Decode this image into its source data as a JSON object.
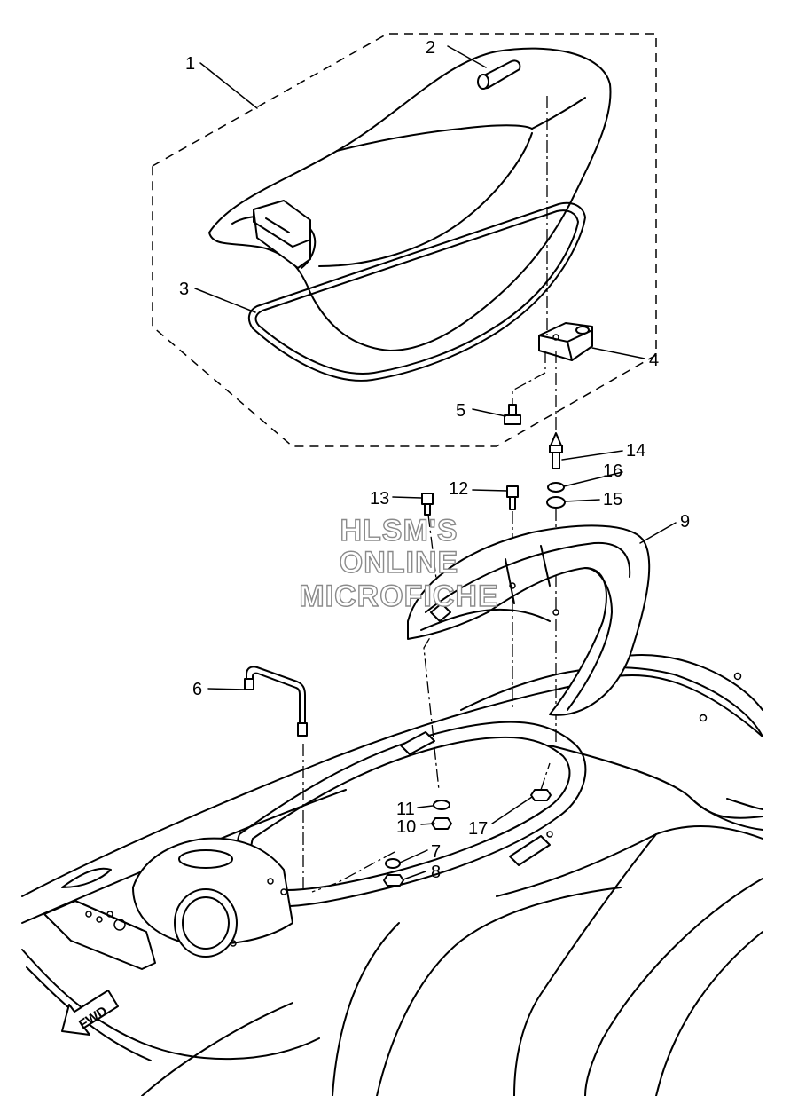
{
  "diagram": {
    "callouts": [
      {
        "id": "1",
        "label": "1"
      },
      {
        "id": "2",
        "label": "2"
      },
      {
        "id": "3",
        "label": "3"
      },
      {
        "id": "4",
        "label": "4"
      },
      {
        "id": "5",
        "label": "5"
      },
      {
        "id": "6",
        "label": "6"
      },
      {
        "id": "7",
        "label": "7"
      },
      {
        "id": "8",
        "label": "8"
      },
      {
        "id": "9",
        "label": "9"
      },
      {
        "id": "10",
        "label": "10"
      },
      {
        "id": "11",
        "label": "11"
      },
      {
        "id": "12",
        "label": "12"
      },
      {
        "id": "13",
        "label": "13"
      },
      {
        "id": "14",
        "label": "14"
      },
      {
        "id": "15",
        "label": "15"
      },
      {
        "id": "16",
        "label": "16"
      },
      {
        "id": "17",
        "label": "17"
      }
    ],
    "watermark": [
      "HLSM'S",
      "ONLINE",
      "MICROFICHE"
    ],
    "direction_label": "FWD"
  }
}
